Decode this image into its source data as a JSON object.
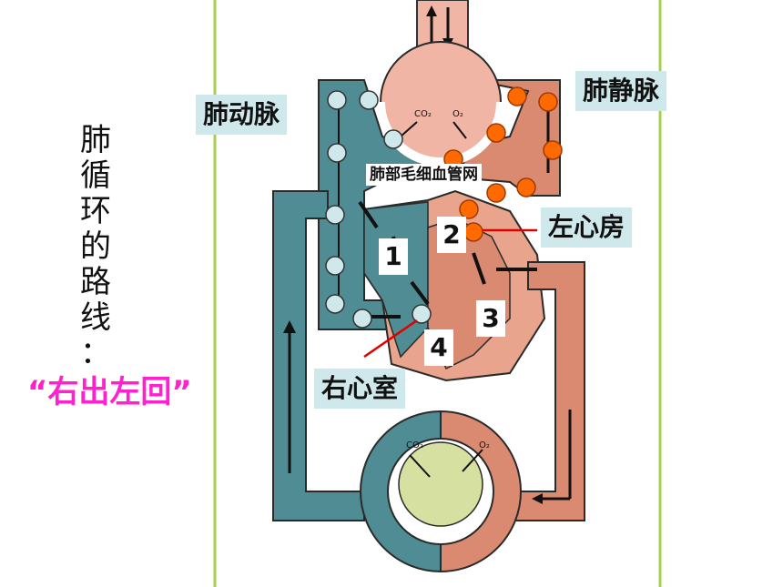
{
  "title_chars": [
    "肺",
    "循",
    "环",
    "的",
    "路",
    "线",
    "："
  ],
  "slogan": "“右出左回”",
  "labels": {
    "pulmonary_artery": "肺动脉",
    "pulmonary_vein": "肺静脉",
    "capillary": "肺部毛细血管网",
    "left_atrium": "左心房",
    "right_ventricle": "右心室"
  },
  "numbers": [
    "1",
    "2",
    "3",
    "4"
  ],
  "gas_labels": {
    "co2": "CO₂",
    "o2": "O₂"
  },
  "colors": {
    "venous": "#4f8c93",
    "arterial": "#d98a70",
    "lung": "#f0b5a5",
    "frame_line": "#a6cf50",
    "orange_dot": "#ff6a00",
    "blue_dot": "#cfe8ec",
    "pointer_line": "#e00000",
    "slogan": "#ff22cc"
  }
}
